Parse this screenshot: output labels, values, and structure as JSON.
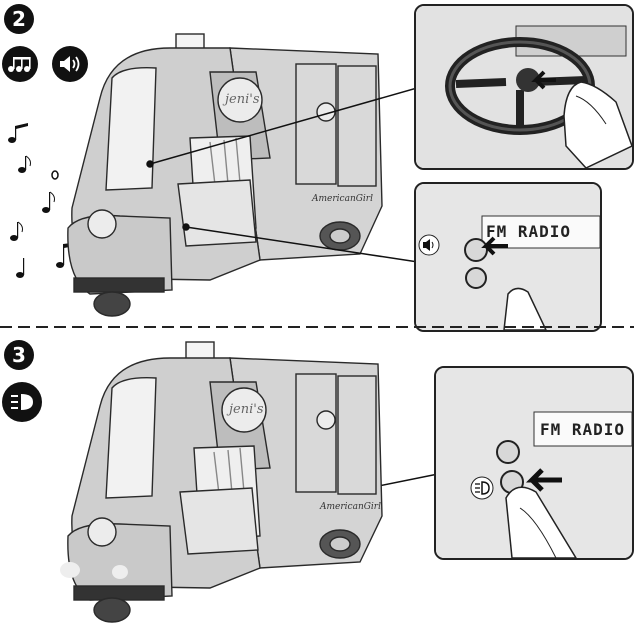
{
  "steps": [
    {
      "number": "2",
      "icons": [
        "music-notes-icon",
        "speaker-icon"
      ],
      "radio_display": "FM RADIO",
      "brand": "AmericanGirl",
      "logo": "jeni's"
    },
    {
      "number": "3",
      "icons": [
        "headlight-icon"
      ],
      "radio_display": "FM RADIO",
      "brand": "AmericanGirl",
      "logo": "jeni's"
    }
  ],
  "colors": {
    "truck": "#d4d4d4",
    "outline": "#2a2a2a",
    "inset_bg": "#e8e8e8",
    "dark": "#111111"
  }
}
